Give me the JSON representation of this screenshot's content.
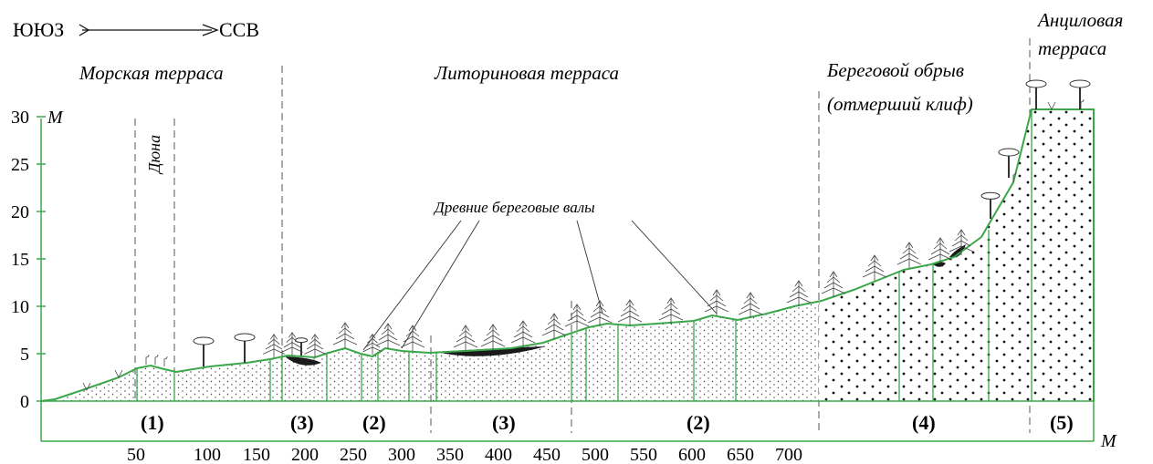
{
  "direction": {
    "from": "ЮЮЗ",
    "to": "ССВ"
  },
  "zone_labels": {
    "sea_terrace": "Морская терраса",
    "litorina_terrace": "Литориновая терраса",
    "cliff_line1": "Береговой обрыв",
    "cliff_line2": "(отмерший клиф)",
    "ancylus_line1": "Анциловая",
    "ancylus_line2": "терраса",
    "dune": "Дюна",
    "ridges": "Древние береговые валы"
  },
  "axes": {
    "y_unit": "М",
    "x_unit": "М",
    "y_ticks": [
      "0",
      "5",
      "10",
      "15",
      "20",
      "25",
      "30"
    ],
    "x_ticks": [
      "50",
      "100",
      "150",
      "200",
      "250",
      "300",
      "350",
      "400",
      "450",
      "500",
      "550",
      "600",
      "650",
      "700"
    ]
  },
  "segments": [
    "(1)",
    "(3)",
    "(2)",
    "(3)",
    "(2)",
    "(4)",
    "(5)"
  ],
  "colors": {
    "profile": "#3aa84a",
    "dots": "#222222",
    "lines": "#333333",
    "peat": "#1a1a1a"
  }
}
